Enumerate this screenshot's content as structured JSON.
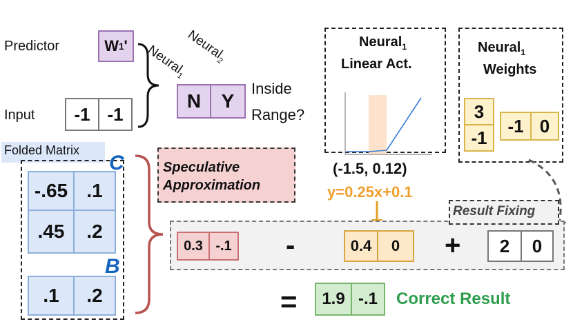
{
  "labels": {
    "predictor": "Predictor",
    "input": "Input",
    "folded_matrix": "Folded Matrix",
    "inside_range_1": "Inside",
    "inside_range_2": "Range?",
    "correct_result": "Correct Result",
    "speculative_1": "Speculative",
    "speculative_2": "Approximation",
    "result_fixing": "Result Fixing"
  },
  "predictor_cell": {
    "main": "W",
    "sub": "1",
    "suffix": "'"
  },
  "input_cells": [
    "-1",
    "-1"
  ],
  "neural_headers": [
    {
      "main": "Neural",
      "sub": "1"
    },
    {
      "main": "Neural",
      "sub": "2"
    }
  ],
  "range_cells": [
    "N",
    "Y"
  ],
  "matrix_c": {
    "letter": "C",
    "cells": [
      ".65",
      ".1",
      ".45",
      ".2"
    ],
    "first_prefix": "-"
  },
  "matrix_b": {
    "letter": "B",
    "cells": [
      ".1",
      ".2"
    ]
  },
  "act_panel": {
    "title_main": "Neural",
    "title_sub": "1",
    "title_line2": "Linear Act.",
    "range": "(-1.5, 0.12)",
    "equation": "y=0.25x+0.1"
  },
  "weights_panel": {
    "title_main": "Neural",
    "title_sub": "1",
    "title_line2": "Weights",
    "col_vector": [
      "3",
      "-1"
    ],
    "row_vector": [
      "-1",
      "0"
    ]
  },
  "equation_row": {
    "spec": [
      "0.3",
      "-.1"
    ],
    "minus": "-",
    "approx": [
      "0.4",
      "0"
    ],
    "plus": "+",
    "fix": [
      "2",
      "0"
    ],
    "equals": "=",
    "result": [
      "1.9",
      "-.1"
    ]
  },
  "colors": {
    "purple": "#9b72b0",
    "blue_letter": "#1565c0",
    "orange": "#f0a030",
    "green": "#2e9e4e",
    "brace_red": "#b85450"
  }
}
